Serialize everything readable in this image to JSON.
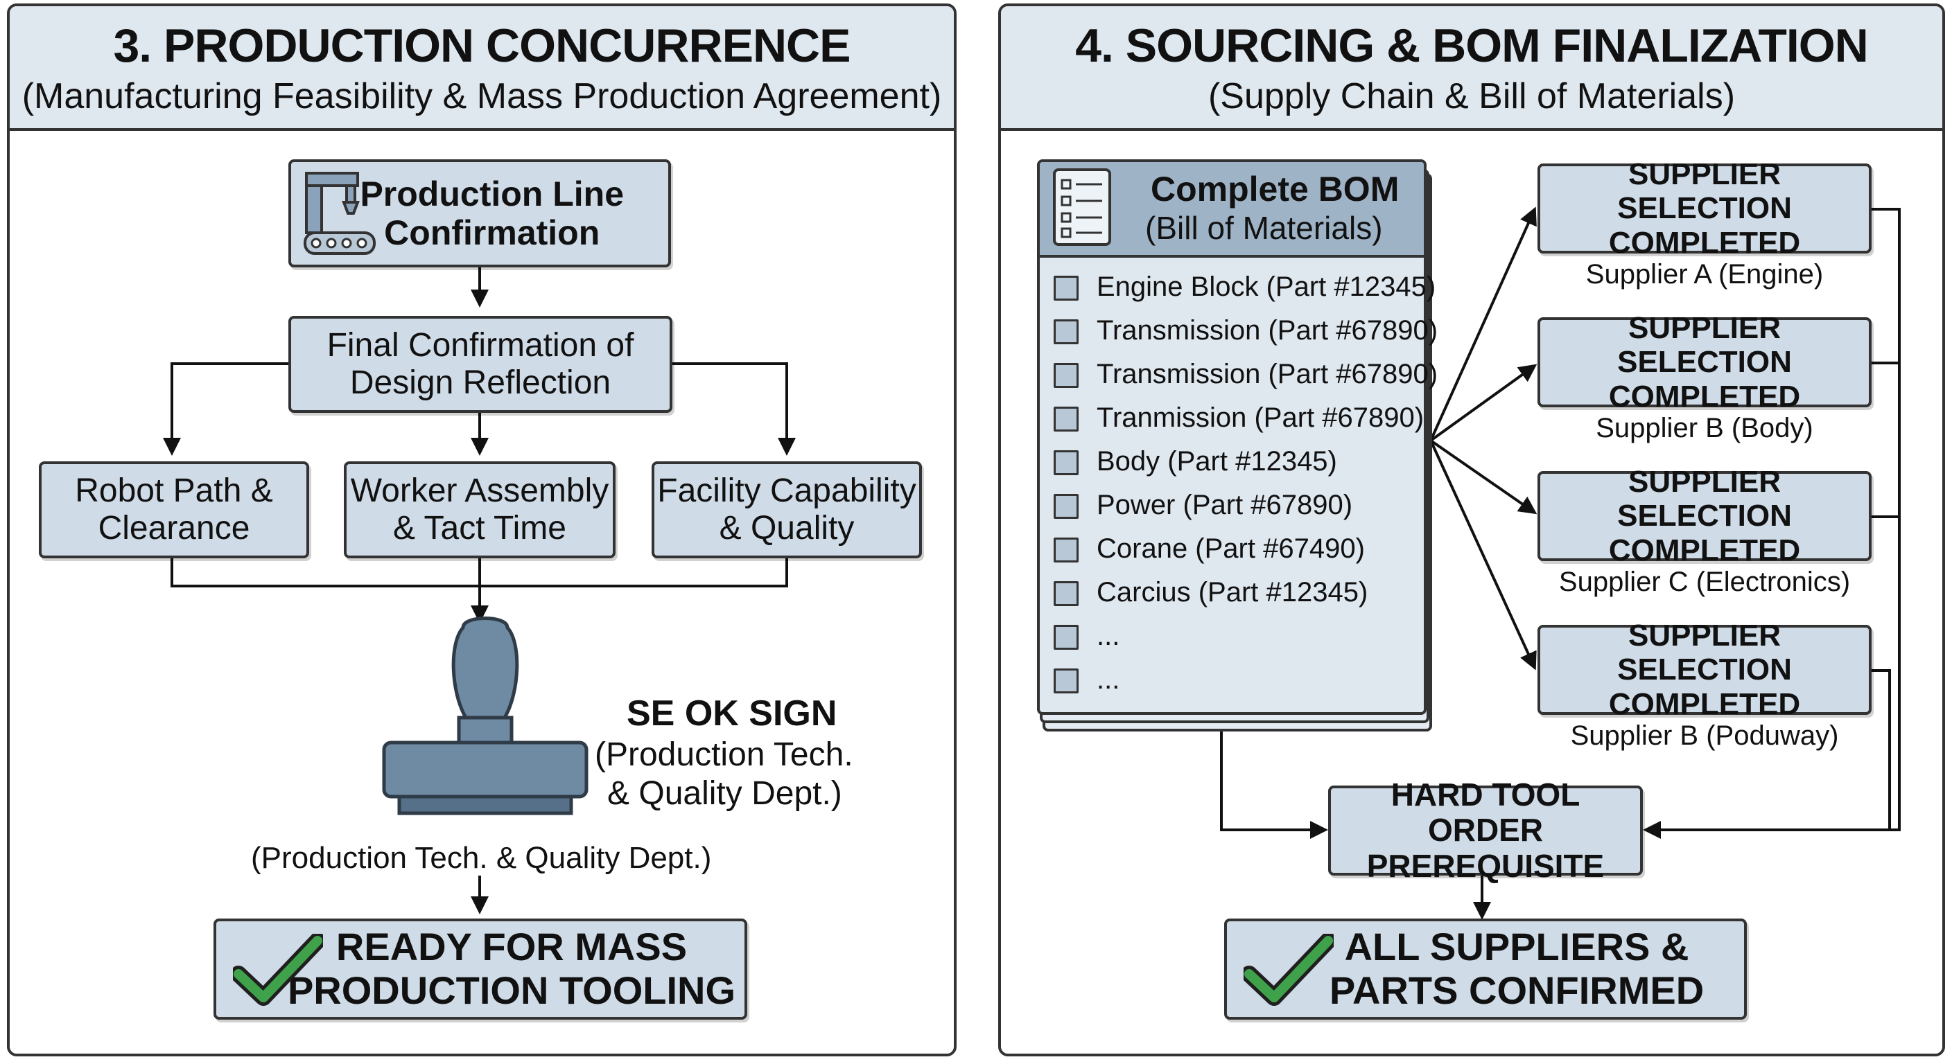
{
  "left_panel": {
    "title": "3. PRODUCTION CONCURRENCE",
    "subtitle": "(Manufacturing Feasibility & Mass Production Agreement)",
    "production_line": {
      "line1": "Production Line",
      "line2": "Confirmation",
      "icon": "assembly-robot-icon"
    },
    "final_confirmation": {
      "line1": "Final Confirmation of",
      "line2": "Design Reflection"
    },
    "checks": [
      {
        "line1": "Robot Path &",
        "line2": "Clearance"
      },
      {
        "line1": "Worker Assembly",
        "line2": "& Tact Time"
      },
      {
        "line1": "Facility Capability",
        "line2": "& Quality"
      }
    ],
    "stamp": {
      "icon": "rubber-stamp-icon",
      "title": "SE OK SIGN",
      "line1": "(Production Tech.",
      "line2": "& Quality Dept.)",
      "caption": "(Production Tech. & Quality Dept.)"
    },
    "result": {
      "line1": "READY FOR MASS",
      "line2": "PRODUCTION TOOLING",
      "icon": "green-checkmark-icon"
    }
  },
  "right_panel": {
    "title": "4. SOURCING & BOM FINALIZATION",
    "subtitle": "(Supply Chain & Bill of Materials)",
    "bom": {
      "title": "Complete BOM",
      "subtitle": "(Bill of Materials)",
      "icon": "checklist-icon",
      "items": [
        "Engine Block (Part #12345)",
        "Transmission (Part #67890)",
        "Transmission (Part #67890)",
        "Tranmission (Part #67890)",
        "Body (Part #12345)",
        "Power (Part #67890)",
        "Corane (Part #67490)",
        "Carcius (Part #12345)",
        "...",
        "..."
      ]
    },
    "suppliers": [
      {
        "line1": "SUPPLIER SELECTION",
        "line2": "COMPLETED",
        "caption": "Supplier A (Engine)"
      },
      {
        "line1": "SUPPLIER SELECTION",
        "line2": "COMPLETED",
        "caption": "Supplier B (Body)"
      },
      {
        "line1": "SUPPLIER SELECTION",
        "line2": "COMPLETED",
        "caption": "Supplier C (Electronics)"
      },
      {
        "line1": "SUPPLIER SELECTION",
        "line2": "COMPLETED",
        "caption": "Supplier B (Poduway)"
      }
    ],
    "hard_tool": {
      "line1": "HARD TOOL ORDER",
      "line2": "PREREQUISITE"
    },
    "result": {
      "line1": "ALL SUPPLIERS &",
      "line2": "PARTS CONFIRMED",
      "icon": "green-checkmark-icon"
    }
  },
  "colors": {
    "box_fill": "#cfdbe7",
    "header_fill": "#dfe7ef",
    "stamp": "#6f8aa3",
    "check_green": "#3fa14a"
  }
}
